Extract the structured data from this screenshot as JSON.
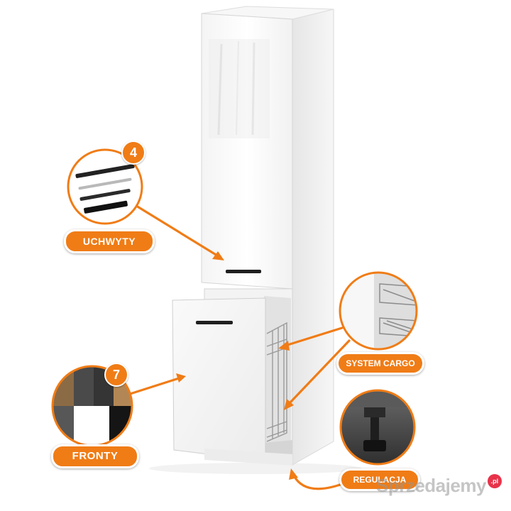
{
  "labels": {
    "handles": "UCHWYTY",
    "cargo": "SYSTEM CARGO",
    "fronts": "FRONTY",
    "adjustment": "REGULACJA"
  },
  "badges": {
    "handle_count": "4",
    "front_count": "7"
  },
  "watermark": {
    "text": "Sprzedajemy",
    "suffix": ".pl"
  },
  "colors": {
    "accent": "#f07c16",
    "cabinet": "#ffffff",
    "watermark_dot": "#e8334a"
  }
}
